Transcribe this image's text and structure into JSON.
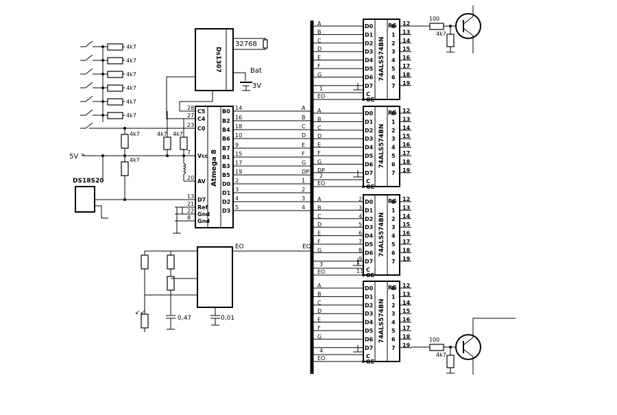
{
  "labels": {
    "ds1307": "Ds1307",
    "crystal": "32768",
    "bat": "Bat",
    "bat_v": "3V",
    "atmega": "Atmega 8",
    "ds18s20": "DS18S20",
    "supply": "5V",
    "r4k7": "4k7",
    "r100": "100",
    "cap047": "0,47",
    "cap001": "0,01",
    "eo": "EO",
    "rg": "RG",
    "oe": "OE",
    "c": "C",
    "chip74": "74ALS574BN"
  },
  "atmega_left_pins": [
    {
      "num": "28",
      "name": "C5"
    },
    {
      "num": "27",
      "name": "C4"
    },
    {
      "num": "23",
      "name": "C0"
    },
    {
      "num": "7",
      "name": "Vcc"
    },
    {
      "num": "20",
      "name": "AV"
    },
    {
      "num": "13",
      "name": "D7"
    },
    {
      "num": "21",
      "name": "Ref"
    },
    {
      "num": "22",
      "name": "Gnd"
    },
    {
      "num": "8",
      "name": "Gnd"
    }
  ],
  "atmega_right_pins": [
    {
      "num": "14",
      "name": "B0",
      "bus": "A"
    },
    {
      "num": "16",
      "name": "B2",
      "bus": "B"
    },
    {
      "num": "18",
      "name": "B4",
      "bus": "C"
    },
    {
      "num": "10",
      "name": "B6",
      "bus": "D"
    },
    {
      "num": "9",
      "name": "B7",
      "bus": "E"
    },
    {
      "num": "15",
      "name": "B1",
      "bus": "F"
    },
    {
      "num": "17",
      "name": "B3",
      "bus": "G"
    },
    {
      "num": "19",
      "name": "B5",
      "bus": "DP"
    },
    {
      "num": "2",
      "name": "D0",
      "bus": "1"
    },
    {
      "num": "3",
      "name": "D1",
      "bus": "2"
    },
    {
      "num": "4",
      "name": "D2",
      "bus": "3"
    },
    {
      "num": "5",
      "name": "D3",
      "bus": "4"
    }
  ],
  "bus_signals": [
    "A",
    "B",
    "C",
    "D",
    "E",
    "F",
    "G",
    "DP"
  ],
  "latch_inputs": [
    "D0",
    "D1",
    "D2",
    "D3",
    "D4",
    "D5",
    "D6",
    "D7"
  ],
  "latch_outputs": [
    "0",
    "1",
    "2",
    "3",
    "4",
    "5",
    "6",
    "7"
  ],
  "latch_out_pins": [
    "12",
    "13",
    "14",
    "15",
    "16",
    "17",
    "18",
    "19"
  ],
  "latch_in_pins": [
    "2",
    "3",
    "4",
    "5",
    "6",
    "7",
    "8",
    "9"
  ],
  "latch_side_labels": [
    {
      "sig": [
        "A",
        "B",
        "C",
        "D",
        "E",
        "F",
        "G"
      ],
      "c": "1",
      "oe": "EO"
    },
    {
      "sig": [
        "A",
        "B",
        "C",
        "D",
        "E",
        "F",
        "G",
        "DP"
      ],
      "c": "2",
      "oe": "EO"
    },
    {
      "sig": [
        "A",
        "B",
        "C",
        "D",
        "E",
        "F",
        "G"
      ],
      "c": "3",
      "oe": "EO"
    },
    {
      "sig": [
        "A",
        "B",
        "C",
        "D",
        "E",
        "F",
        "G"
      ],
      "c": "4",
      "oe": "EO"
    }
  ],
  "pin_extra": [
    "1",
    "11"
  ]
}
